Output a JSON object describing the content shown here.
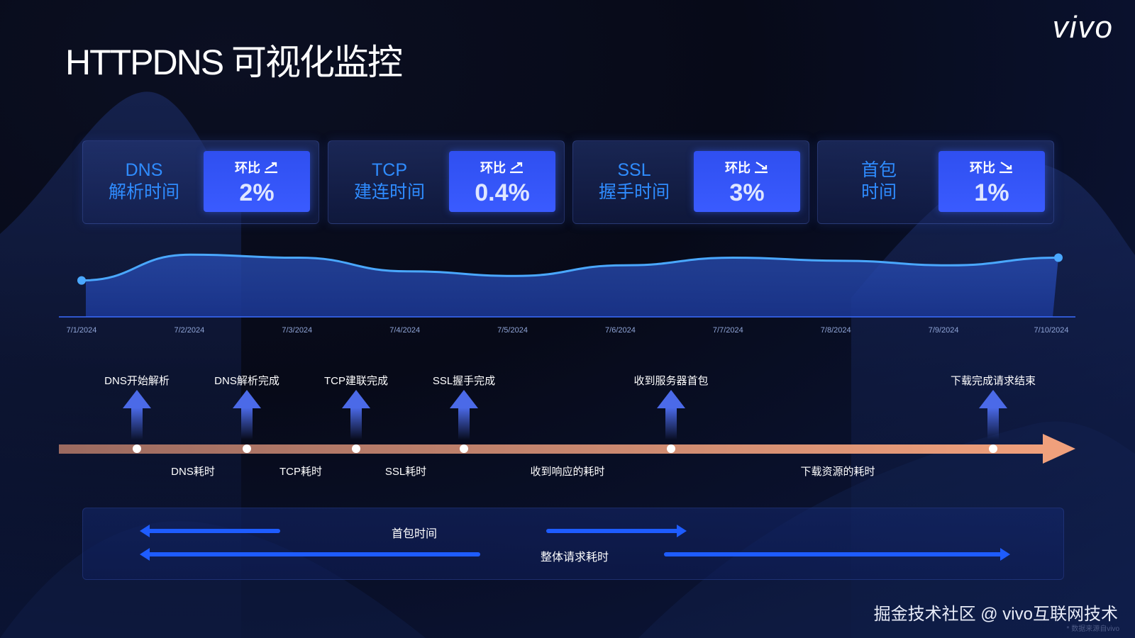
{
  "page": {
    "title": "HTTPDNS 可视化监控",
    "logo": "vivo"
  },
  "cards": [
    {
      "line1": "DNS",
      "line2": "解析时间",
      "badge_label": "环比",
      "trend": "up",
      "value": "2%"
    },
    {
      "line1": "TCP",
      "line2": "建连时间",
      "badge_label": "环比",
      "trend": "up",
      "value": "0.4%"
    },
    {
      "line1": "SSL",
      "line2": "握手时间",
      "badge_label": "环比",
      "trend": "down",
      "value": "3%"
    },
    {
      "line1": "首包",
      "line2": "时间",
      "badge_label": "环比",
      "trend": "down",
      "value": "1%"
    }
  ],
  "chart_data": {
    "type": "area",
    "x": [
      "7/1/2024",
      "7/2/2024",
      "7/3/2024",
      "7/4/2024",
      "7/5/2024",
      "7/6/2024",
      "7/7/2024",
      "7/8/2024",
      "7/9/2024",
      "7/10/2024"
    ],
    "values": [
      48,
      82,
      78,
      60,
      54,
      68,
      78,
      74,
      68,
      78
    ],
    "ylim": [
      0,
      100
    ],
    "grid": false,
    "colors": {
      "line": "#4aa8ff",
      "fill": "#2a4fb8"
    }
  },
  "timeline": {
    "milestones": [
      "DNS开始解析",
      "DNS解析完成",
      "TCP建联完成",
      "SSL握手完成",
      "收到服务器首包",
      "下载完成请求结束"
    ],
    "segments": [
      "DNS耗时",
      "TCP耗时",
      "SSL耗时",
      "收到响应的耗时",
      "下载资源的耗时"
    ],
    "first_packet_label": "首包时间",
    "total_label": "整体请求耗时"
  },
  "footer": {
    "text": "掘金技术社区 @ vivo互联网技术",
    "note": "* 数据来源自vivo"
  }
}
